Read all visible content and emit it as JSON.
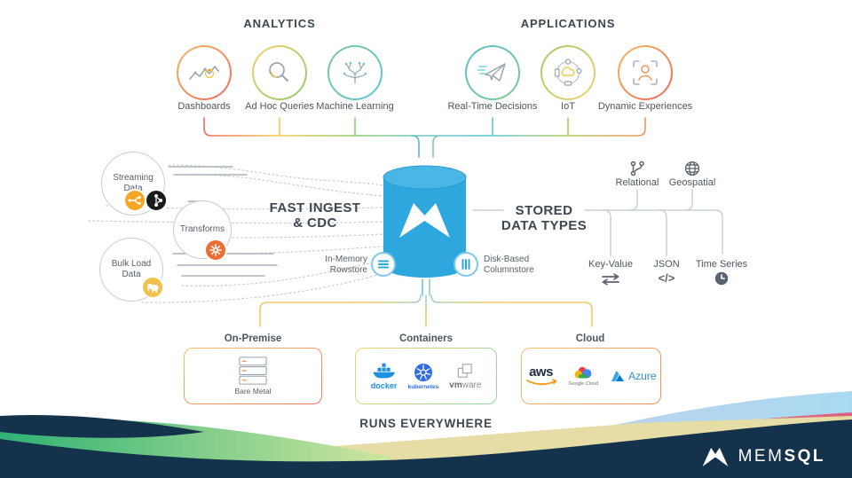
{
  "slide": {
    "analytics": {
      "title": "ANALYTICS",
      "items": [
        {
          "label": "Dashboards",
          "icon": "line-chart-icon"
        },
        {
          "label": "Ad Hoc Queries",
          "icon": "magnifier-icon"
        },
        {
          "label": "Machine Learning",
          "icon": "neural-tree-icon"
        }
      ]
    },
    "applications": {
      "title": "APPLICATIONS",
      "items": [
        {
          "label": "Real-Time Decisions",
          "icon": "paper-plane-icon"
        },
        {
          "label": "IoT",
          "icon": "iot-orbit-icon"
        },
        {
          "label": "Dynamic Experiences",
          "icon": "person-scan-icon"
        }
      ]
    },
    "ingest": {
      "title_line1": "FAST INGEST",
      "title_line2": "& CDC",
      "sources": [
        {
          "label": "Streaming Data",
          "badges": [
            "stream-fork-icon",
            "kafka-icon"
          ]
        },
        {
          "label": "Transforms",
          "badges": [
            "spark-icon"
          ]
        },
        {
          "label": "Bulk Load Data",
          "badges": [
            "hadoop-icon"
          ]
        }
      ]
    },
    "database": {
      "rowstore_label": "In-Memory Rowstore",
      "columnstore_label": "Disk-Based Columnstore"
    },
    "stored_types": {
      "title_line1": "STORED",
      "title_line2": "DATA TYPES",
      "top": [
        {
          "label": "Relational",
          "icon": "git-branch-icon"
        },
        {
          "label": "Geospatial",
          "icon": "globe-icon"
        }
      ],
      "bottom": [
        {
          "label": "Key-Value",
          "icon": "swap-arrows-icon"
        },
        {
          "label": "JSON",
          "icon": "code-icon",
          "glyph": "</>"
        },
        {
          "label": "Time Series",
          "icon": "clock-icon"
        }
      ]
    },
    "deployment": {
      "title": "RUNS EVERYWHERE",
      "groups": [
        {
          "label": "On-Premise",
          "item": "Bare Metal"
        },
        {
          "label": "Containers",
          "docker": "docker",
          "kubernetes": "kubernetes",
          "vmware_bold": "vm",
          "vmware_light": "ware"
        },
        {
          "label": "Cloud",
          "aws": "aws",
          "google": "Google Cloud",
          "azure": "Azure"
        }
      ]
    },
    "footer": {
      "brand_prefix": "MEM",
      "brand_suffix": "SQL"
    }
  },
  "colors": {
    "cylinder_blue": "#2EA7DF",
    "footer_navy": "#14324B",
    "heading_text": "#3D4752",
    "line_gray": "#C9CED4",
    "stream_orange": "#F5A623",
    "kafka_black": "#1B1B1B",
    "spark_orange": "#EE6C30",
    "hadoop_yellow": "#F2C14B"
  }
}
